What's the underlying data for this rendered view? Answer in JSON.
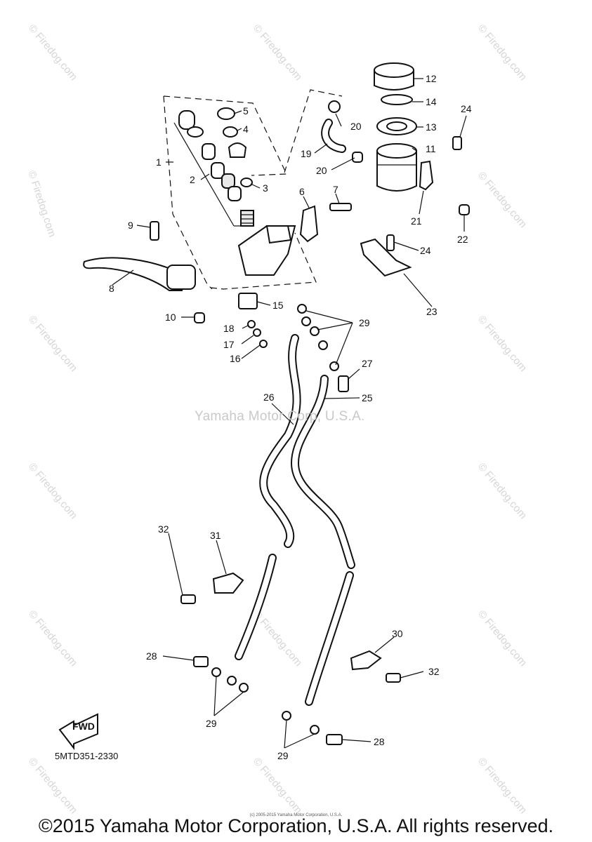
{
  "watermark": {
    "text": "© Firedog.com"
  },
  "center_watermark": "Yamaha Motor Corp, U.S.A.",
  "diagram_code": "5MTD351-2330",
  "fwd_label": "FWD",
  "tiny_notice": "(c) 2005-2015 Yamaha Motor Corporation, U.S.A.",
  "copyright": "©2015 Yamaha Motor Corporation, U.S.A. All rights reserved.",
  "callouts": [
    {
      "id": "c1",
      "text": "1"
    },
    {
      "id": "c2",
      "text": "2"
    },
    {
      "id": "c3",
      "text": "3"
    },
    {
      "id": "c4",
      "text": "4"
    },
    {
      "id": "c5",
      "text": "5"
    },
    {
      "id": "c6",
      "text": "6"
    },
    {
      "id": "c7",
      "text": "7"
    },
    {
      "id": "c8",
      "text": "8"
    },
    {
      "id": "c9",
      "text": "9"
    },
    {
      "id": "c10",
      "text": "10"
    },
    {
      "id": "c11",
      "text": "11"
    },
    {
      "id": "c12",
      "text": "12"
    },
    {
      "id": "c13",
      "text": "13"
    },
    {
      "id": "c14",
      "text": "14"
    },
    {
      "id": "c15",
      "text": "15"
    },
    {
      "id": "c16",
      "text": "16"
    },
    {
      "id": "c17",
      "text": "17"
    },
    {
      "id": "c18",
      "text": "18"
    },
    {
      "id": "c19",
      "text": "19"
    },
    {
      "id": "c20a",
      "text": "20"
    },
    {
      "id": "c20b",
      "text": "20"
    },
    {
      "id": "c21",
      "text": "21"
    },
    {
      "id": "c22",
      "text": "22"
    },
    {
      "id": "c23",
      "text": "23"
    },
    {
      "id": "c24a",
      "text": "24"
    },
    {
      "id": "c24b",
      "text": "24"
    },
    {
      "id": "c25",
      "text": "25"
    },
    {
      "id": "c26",
      "text": "26"
    },
    {
      "id": "c27",
      "text": "27"
    },
    {
      "id": "c28a",
      "text": "28"
    },
    {
      "id": "c28b",
      "text": "28"
    },
    {
      "id": "c29a",
      "text": "29"
    },
    {
      "id": "c29b",
      "text": "29"
    },
    {
      "id": "c29c",
      "text": "29"
    },
    {
      "id": "c30",
      "text": "30"
    },
    {
      "id": "c31",
      "text": "31"
    },
    {
      "id": "c32a",
      "text": "32"
    },
    {
      "id": "c32b",
      "text": "32"
    }
  ]
}
